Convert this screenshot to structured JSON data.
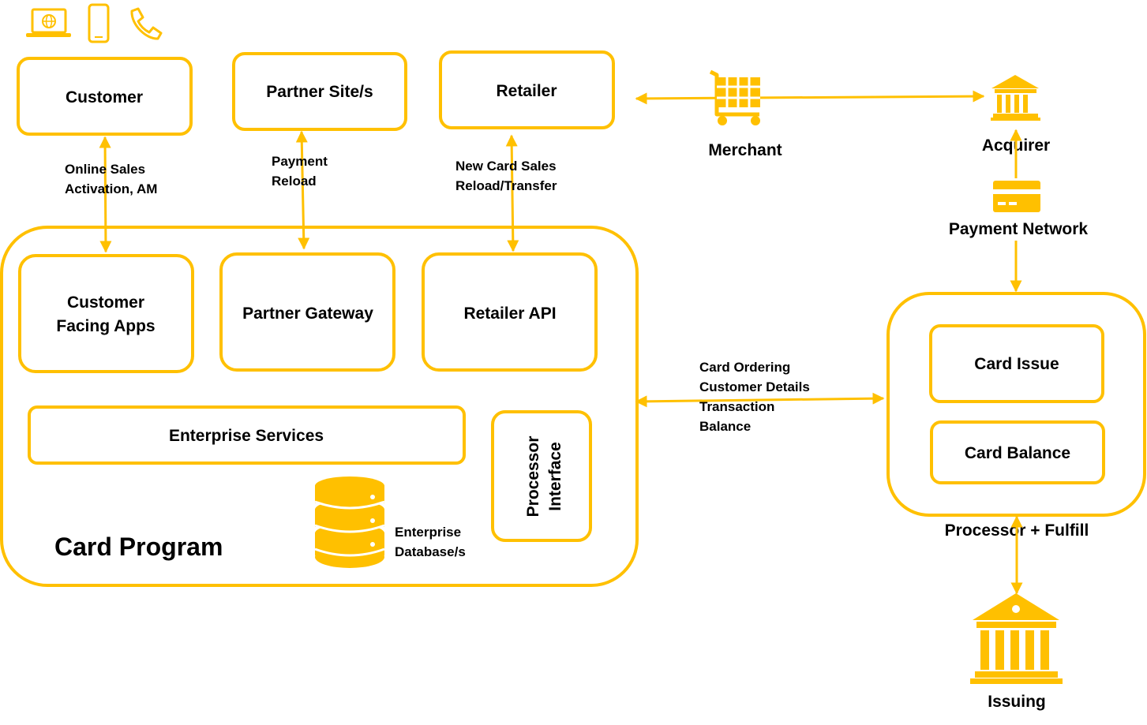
{
  "colors": {
    "accent": "#FFC000",
    "text": "#000000",
    "background": "#FFFFFF"
  },
  "icons": [
    "laptop-globe-icon",
    "smartphone-icon",
    "phone-handset-icon",
    "shopping-cart-icon",
    "bank-icon",
    "credit-card-icon",
    "bank-icon",
    "database-icon"
  ],
  "channels": {
    "customer": "Customer",
    "partner_sites": "Partner Site/s",
    "retailer": "Retailer"
  },
  "flows": {
    "customer": [
      "Online Sales",
      "Activation, AM"
    ],
    "partner": [
      "Payment",
      "Reload"
    ],
    "retailer": [
      "New Card Sales",
      "Reload/Transfer"
    ],
    "processor": [
      "Card Ordering",
      "Customer Details",
      "Transaction",
      "Balance"
    ]
  },
  "card_program": {
    "title": "Card Program",
    "customer_apps": [
      "Customer",
      "Facing Apps"
    ],
    "partner_gateway": "Partner Gateway",
    "retailer_api": "Retailer API",
    "enterprise_services": "Enterprise Services",
    "processor_interface": [
      "Processor",
      "Interface"
    ],
    "database": [
      "Enterprise",
      "Database/s"
    ]
  },
  "network": {
    "merchant": "Merchant",
    "acquirer": "Acquirer",
    "payment_network": "Payment Network",
    "issuing": "Issuing"
  },
  "processor": {
    "title": "Processor + Fulfill",
    "card_issue": "Card Issue",
    "card_balance": "Card Balance"
  }
}
